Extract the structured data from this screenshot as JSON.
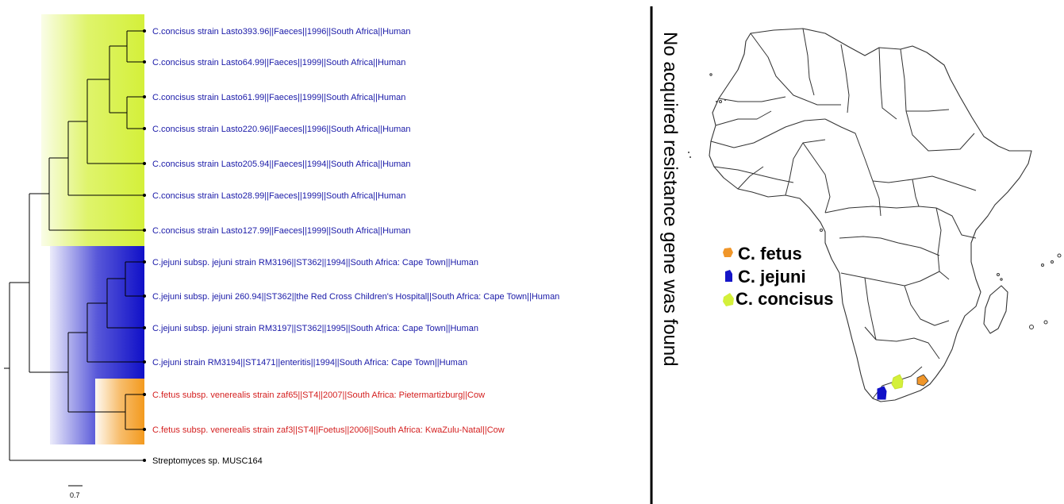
{
  "tree": {
    "leaves": [
      {
        "label": "C.concisus strain Lasto393.96||Faeces||1996||South Africa||Human",
        "group": "concisus"
      },
      {
        "label": "C.concisus strain Lasto64.99||Faeces||1999||South Africa||Human",
        "group": "concisus"
      },
      {
        "label": "C.concisus strain Lasto61.99||Faeces||1999||South Africa||Human",
        "group": "concisus"
      },
      {
        "label": "C.concisus strain Lasto220.96||Faeces||1996||South Africa||Human",
        "group": "concisus"
      },
      {
        "label": "C.concisus strain Lasto205.94||Faeces||1994||South Africa||Human",
        "group": "concisus"
      },
      {
        "label": "C.concisus strain Lasto28.99||Faeces||1999||South Africa||Human",
        "group": "concisus"
      },
      {
        "label": "C.concisus strain Lasto127.99||Faeces||1999||South Africa||Human",
        "group": "concisus"
      },
      {
        "label": "C.jejuni subsp. jejuni strain RM3196||ST362||1994||South Africa: Cape Town||Human",
        "group": "jejuni"
      },
      {
        "label": "C.jejuni subsp. jejuni 260.94||ST362||the Red Cross Children's Hospital||South Africa: Cape Town||Human",
        "group": "jejuni"
      },
      {
        "label": "C.jejuni subsp. jejuni strain RM3197||ST362||1995||South Africa: Cape Town||Human",
        "group": "jejuni"
      },
      {
        "label": "C.jejuni strain RM3194||ST1471||enteritis||1994||South Africa: Cape Town||Human",
        "group": "jejuni"
      },
      {
        "label": "C.fetus subsp. venerealis strain zaf65||ST4||2007||South Africa: Pietermartizburg||Cow",
        "group": "fetus"
      },
      {
        "label": "C.fetus subsp. venerealis strain zaf3||ST4||Foetus||2006||South Africa: KwaZulu-Natal||Cow",
        "group": "fetus"
      },
      {
        "label": "Streptomyces sp. MUSC164",
        "group": "outgroup"
      }
    ],
    "scale_label": "0.7"
  },
  "title": "No acquired resistance gene was found",
  "legend": [
    {
      "label": "C. fetus",
      "color": "#f0962a"
    },
    {
      "label": "C. jejuni",
      "color": "#1515c8"
    },
    {
      "label": "C. concisus",
      "color": "#d4f03a"
    }
  ],
  "colors": {
    "concisus_band": "#d4f03a",
    "jejuni_band": "#1010c8",
    "fetus_band": "#f39a1e",
    "concisus_text": "#1a1aa8",
    "jejuni_text": "#1a1aa8",
    "fetus_text": "#d42020"
  }
}
